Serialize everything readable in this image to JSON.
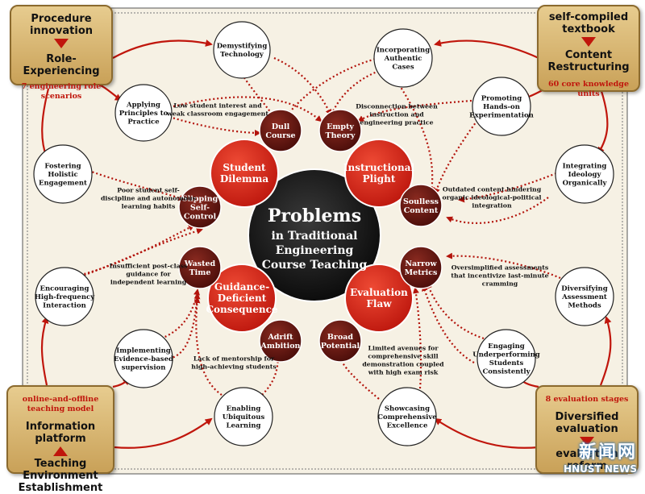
{
  "center": {
    "title": "Problems",
    "subtitle": [
      "in Traditional",
      "Engineering",
      "Course Teaching"
    ]
  },
  "categories": [
    {
      "id": "student",
      "lines": [
        "Student",
        "Dilemma"
      ]
    },
    {
      "id": "plight",
      "lines": [
        "Instructional",
        "Plight"
      ]
    },
    {
      "id": "guidance",
      "lines": [
        "Guidance-",
        "Deficient",
        "Consequence"
      ]
    },
    {
      "id": "evaluation",
      "lines": [
        "Evaluation",
        "Flaw"
      ]
    }
  ],
  "problems": [
    {
      "id": "dull",
      "lines": [
        "Dull",
        "Course"
      ]
    },
    {
      "id": "empty",
      "lines": [
        "Empty",
        "Theory"
      ]
    },
    {
      "id": "slipping",
      "lines": [
        "Slipping",
        "Self-",
        "Control"
      ]
    },
    {
      "id": "soulless",
      "lines": [
        "Soulless",
        "Content"
      ]
    },
    {
      "id": "wasted",
      "lines": [
        "Wasted",
        "Time"
      ]
    },
    {
      "id": "narrow",
      "lines": [
        "Narrow",
        "Metrics"
      ]
    },
    {
      "id": "adrift",
      "lines": [
        "Adrift",
        "Ambition"
      ]
    },
    {
      "id": "broad",
      "lines": [
        "Broad",
        "Potential"
      ]
    }
  ],
  "solutions": [
    {
      "id": "demyst",
      "lines": [
        "Demystifying",
        "Technology"
      ]
    },
    {
      "id": "incorp",
      "lines": [
        "Incorporating",
        "Authentic",
        "Cases"
      ]
    },
    {
      "id": "applying",
      "lines": [
        "Applying",
        "Principles to",
        "Practice"
      ]
    },
    {
      "id": "promoting",
      "lines": [
        "Promoting",
        "Hands-on",
        "Experimentation"
      ]
    },
    {
      "id": "fostering",
      "lines": [
        "Fostering",
        "Holistic",
        "Engagement"
      ]
    },
    {
      "id": "integrating",
      "lines": [
        "Integrating",
        "Ideology",
        "Organically"
      ]
    },
    {
      "id": "encouraging",
      "lines": [
        "Encouraging",
        "High-frequency",
        "Interaction"
      ]
    },
    {
      "id": "diversifying",
      "lines": [
        "Diversifying",
        "Assessment",
        "Methods"
      ]
    },
    {
      "id": "implementing",
      "lines": [
        "Implementing",
        "Evidence-based",
        "supervision"
      ]
    },
    {
      "id": "engaging",
      "lines": [
        "Engaging",
        "Underperforming",
        "Students",
        "Consistently"
      ]
    },
    {
      "id": "enabling",
      "lines": [
        "Enabling",
        "Ubiquitous",
        "Learning"
      ]
    },
    {
      "id": "showcasing",
      "lines": [
        "Showcasing",
        "Comprehensive",
        "Excellence"
      ]
    }
  ],
  "notes": [
    {
      "id": "n1",
      "lines": [
        "Low student interest and",
        "weak classroom engagement"
      ]
    },
    {
      "id": "n2",
      "lines": [
        "Disconnection between",
        "instruction and",
        "engineering practice"
      ]
    },
    {
      "id": "n3",
      "lines": [
        "Poor student self-",
        "discipline and autonomous",
        "learning habits"
      ]
    },
    {
      "id": "n4",
      "lines": [
        "Outdated content hindering",
        "organic ideological-political",
        "integration"
      ]
    },
    {
      "id": "n5",
      "lines": [
        "Insufficient post-class",
        "guidance for",
        "independent learning"
      ]
    },
    {
      "id": "n6",
      "lines": [
        "Oversimplified assessments",
        "that incentivize last-minute",
        "cramming"
      ]
    },
    {
      "id": "n7",
      "lines": [
        "Lack of mentorship for",
        "high-achieving students"
      ]
    },
    {
      "id": "n8",
      "lines": [
        "Limited avenues for",
        "comprehensive skill",
        "demonstration coupled",
        "with high exam risk"
      ]
    }
  ],
  "corners": {
    "top_left": {
      "top": "Procedure innovation",
      "bottom": "Role-Experiencing",
      "sub": "7 engineering role scenarios"
    },
    "top_right": {
      "top": "self-compiled textbook",
      "bottom": "Content Restructuring",
      "sub": "60 core knowledge units"
    },
    "bottom_left": {
      "sub": "online-and-offline teaching model",
      "top": "Information platform",
      "bottom": "Teaching Environment Establishment"
    },
    "bottom_right": {
      "sub": "8 evaluation stages",
      "top": "Diversified evaluation",
      "bottom": "evaluation reform"
    }
  },
  "watermark": {
    "line1": "新闻网",
    "line2": "HNUST NEWS"
  },
  "colors": {
    "category_red": "#d8281c",
    "problem_brown": "#6b1712",
    "center_black": "#141414",
    "accent_red": "#c0160c",
    "panel_bg": "#f6f1e4",
    "corner_gold": "#d6b36e"
  }
}
